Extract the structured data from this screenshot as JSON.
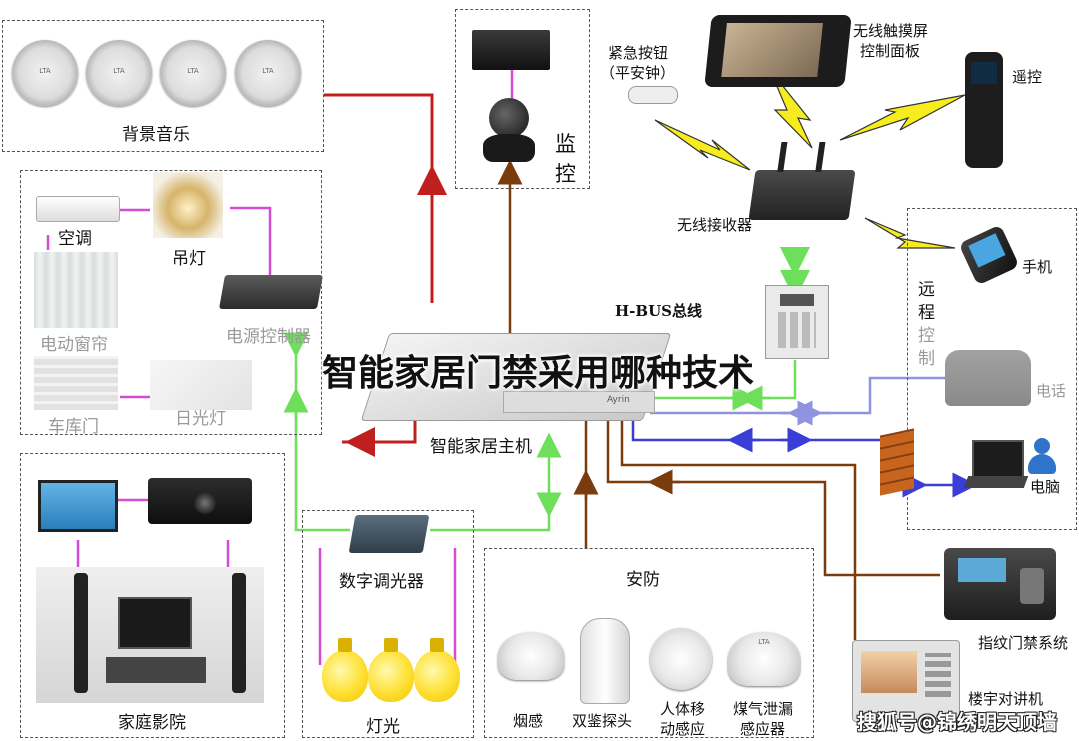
{
  "title": "智能家居门禁采用哪种技术",
  "watermark": "搜狐号@锦绣明天顶墙",
  "hub": {
    "label": "智能家居主机",
    "brand": "Ayrin"
  },
  "bus_label": "H-BUS总线",
  "groups": {
    "background_music": {
      "label": "背景音乐",
      "speaker_brand": "LTA"
    },
    "monitor": {
      "label_1": "监",
      "label_2": "控"
    },
    "lighting_left": {
      "ac": "空调",
      "chandelier": "吊灯",
      "curtain": "电动窗帘",
      "power_controller": "电源控制器",
      "garage": "车库门",
      "fluorescent": "日光灯"
    },
    "home_theater": {
      "label": "家庭影院"
    },
    "dimmer": {
      "label": "数字调光器",
      "lights": "灯光"
    },
    "security": {
      "label": "安防",
      "smoke": "烟感",
      "dual": "双鉴探头",
      "pir_1": "人体移",
      "pir_2": "动感应",
      "gas_1": "煤气泄漏",
      "gas_2": "感应器",
      "gas_brand": "LTA"
    },
    "remote": {
      "label_1": "远",
      "label_2": "程",
      "label_3": "控",
      "label_4": "制",
      "mobile": "手机",
      "phone": "电话",
      "computer": "电脑"
    }
  },
  "wireless": {
    "panic_1": "紧急按钮",
    "panic_2": "（平安钟）",
    "touch_1": "无线触摸屏",
    "touch_2": "控制面板",
    "remote": "遥控",
    "receiver": "无线接收器"
  },
  "access": {
    "fingerprint": "指纹门禁系统",
    "intercom": "楼宇对讲机"
  },
  "colors": {
    "red": "#c0201d",
    "brown": "#7a3b0d",
    "green": "#6ddf5a",
    "violet": "#d44bd6",
    "blue": "#3b3ed6",
    "lavender": "#8f93e0",
    "zigzag": "#f7ec1e"
  }
}
